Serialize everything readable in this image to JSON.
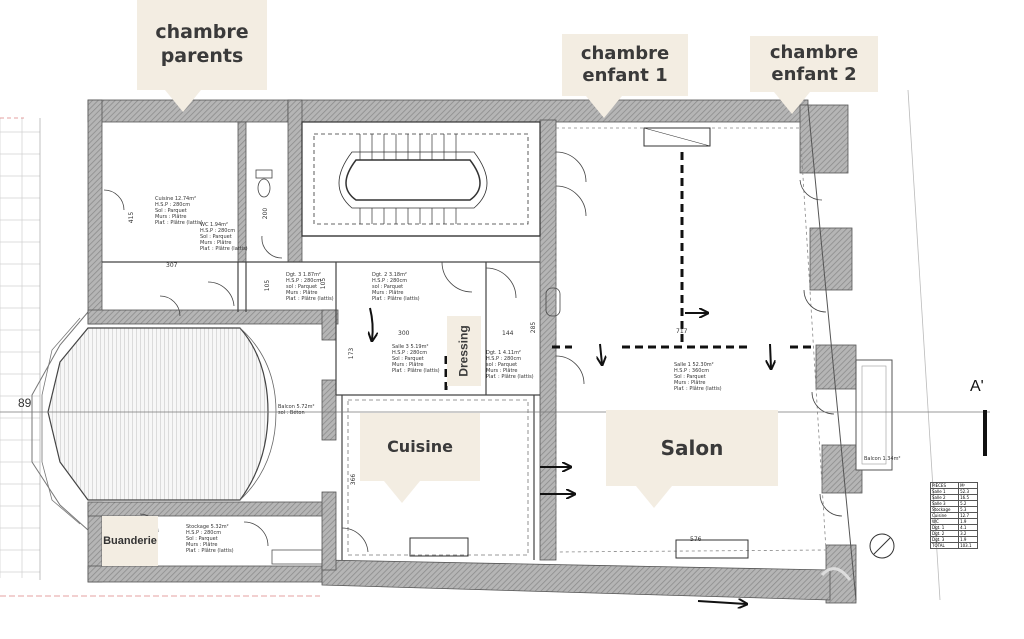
{
  "callouts": {
    "chambre_parents": "chambre parents",
    "chambre_enfant_1": "chambre enfant 1",
    "chambre_enfant_2": "chambre enfant 2",
    "cuisine": "Cuisine",
    "salon": "Salon",
    "dressing": "Dressing",
    "buanderie": "Buanderie"
  },
  "section_marker": "A'",
  "level_marker": "89",
  "room_labels": {
    "cuisine_top": "Cuisine 12.74m²\nH.S.P : 280cm\nSol : Parquet\nMurs : Plâtre\nPlaf. : Plâtre (lattis)",
    "wc": "WC 1.94m²\nH.S.P : 280cm\nSol : Parquet\nMurs : Plâtre\nPlaf. : Plâtre (lattis)",
    "dgt3": "Dgt. 3 1.87m²\nH.S.P : 280cm\nsol : Parquet\nMurs : Plâtre\nPlaf. : Plâtre (lattis)",
    "dgt2": "Dgt. 2 3.18m²\nH.S.P : 280cm\nsol : Parquet\nMurs : Plâtre\nPlaf. : Plâtre (lattis)",
    "salle3": "Salle 3 5.19m²\nH.S.P : 280cm\nSol : Parquet\nMurs : Plâtre\nPlaf. : Plâtre (lattis)",
    "dgt1": "Dgt. 1 4.11m²\nH.S.P : 280cm\nsol : Parquet\nMurs : Plâtre\nPlaf. : Plâtre (lattis)",
    "salle1": "Salle 1 52.30m²\nH.S.P : 360cm\nSol : Parquet\nMurs : Plâtre\nPlaf. : Plâtre (lattis)",
    "balcon_left": "Balcon 5.72m²\nsol : Béton",
    "balcon_right": "Balcon 1.34m²",
    "stockage": "Stockage 5.32m²\nH.S.P : 280cm\nSol : Parquet\nMurs : Plâtre\nPlaf. : Plâtre (lattis)"
  },
  "dimensions": {
    "d307": "307",
    "d415": "415",
    "d200": "200",
    "d105a": "105",
    "d105b": "105",
    "d300": "300",
    "d144": "144",
    "d285": "285",
    "d717": "717",
    "d173": "173",
    "d366": "366",
    "d576": "576"
  },
  "table": {
    "header": [
      "PIÈCES",
      "M²"
    ],
    "rows": [
      [
        "Salle 1",
        "52.3"
      ],
      [
        "Salle 2",
        "16.5"
      ],
      [
        "Salle 3",
        "5.2"
      ],
      [
        "Stockage",
        "5.3"
      ],
      [
        "Cuisine",
        "12.7"
      ],
      [
        "WC",
        "1.9"
      ],
      [
        "Dgt. 1",
        "4.1"
      ],
      [
        "Dgt. 2",
        "3.2"
      ],
      [
        "Dgt. 3",
        "1.9"
      ],
      [
        "TOTAL",
        "103.1"
      ]
    ]
  }
}
